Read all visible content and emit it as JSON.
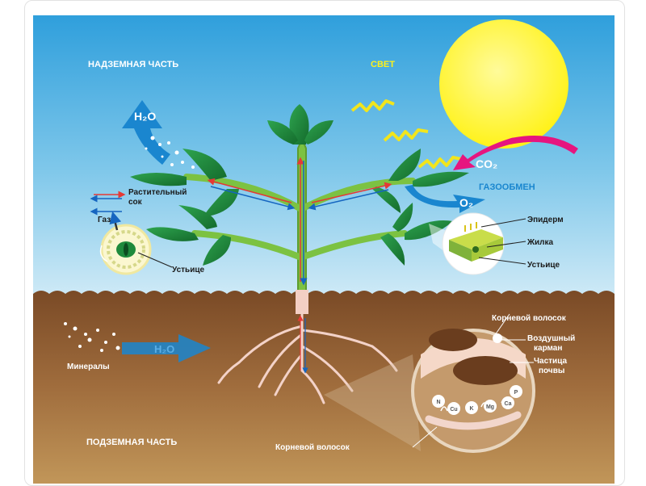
{
  "labels": {
    "above_ground": "НАДЗЕМНАЯ ЧАСТЬ",
    "light": "СВЕТ",
    "gas_exchange": "ГАЗООБМЕН",
    "sap_line1": "Растительный",
    "sap_line2": "сок",
    "gas": "Газ",
    "stomata_left": "Устьице",
    "epidermis": "Эпидерм",
    "vein": "Жилка",
    "stomata_right": "Устьице",
    "root_hair_top": "Корневой волосок",
    "air_pocket_line1": "Воздушный",
    "air_pocket_line2": "карман",
    "soil_particle_line1": "Частица",
    "soil_particle_line2": "почвы",
    "minerals": "Минералы",
    "underground": "ПОДЗЕМНАЯ ЧАСТЬ",
    "root_hair_bottom": "Корневой волосок"
  },
  "chemicals": {
    "water": "H₂O",
    "water_underground": "H₂O",
    "co2": "CO₂",
    "o2": "O₂"
  },
  "nutrients": [
    "N",
    "Cu",
    "K",
    "Mg",
    "Ca",
    "P"
  ],
  "colors": {
    "sky_top": "#2f9fdc",
    "sky_bottom": "#cde9f6",
    "soil_top": "#7a4a26",
    "soil_bottom": "#c19659",
    "sun": "#fff21a",
    "leaf": "#1f8a3c",
    "stem": "#7cc242",
    "water_arrow": "#1a86cf",
    "co2_arrow": "#e6157f",
    "light_rays": "#f2e51c",
    "sap_arrow": "#e53935",
    "gas_arrow": "#1565c0"
  },
  "icons": [
    "water-arrow-icon",
    "co2-arrow-icon",
    "o2-arrow-icon",
    "light-ray-icon",
    "sun-icon",
    "stomata-icon",
    "leaf-section-icon",
    "soil-section-icon"
  ]
}
